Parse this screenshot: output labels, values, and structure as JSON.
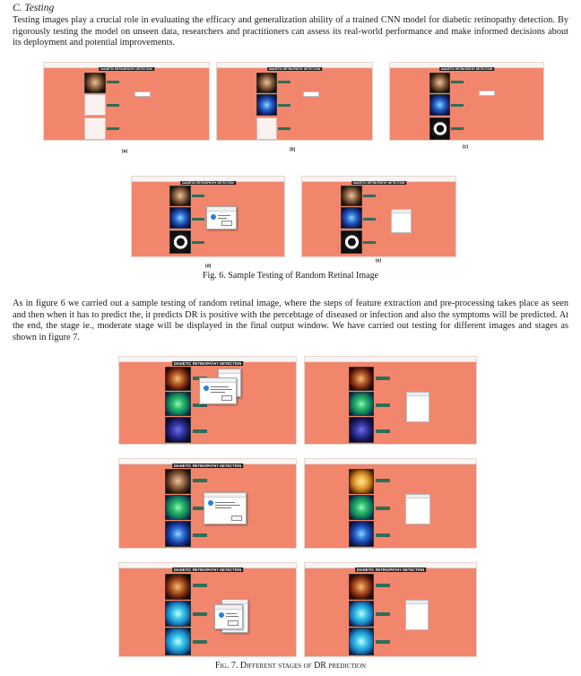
{
  "section": {
    "heading": "C.  Testing"
  },
  "paragraphs": {
    "intro": "Testing images play a crucial role in evaluating the efficacy and generalization ability of a trained CNN model for diabetic retinopathy detection. By rigorously testing the model on unseen data, researchers and practitioners can assess its real-world performance and make informed decisions about its deployment and potential improvements.",
    "body": "As in figure 6 we carried out a sample testing of random retinal image, where the steps of feature extraction and pre-processing takes place as seen and then when it has to predict the, it predicts DR is positive with the percebtage of diseased or infection and also the symptoms will be predicted. At the end, the stage ie., moderate stage will be displayed in the final output window. We have carried out testing for different images  and stages as shown in figure 7."
  },
  "fig6": {
    "caption": "Fig. 6. Sample Testing of Random Retinal Image",
    "labels": [
      "(a)",
      "(b)",
      "(c)",
      "(d)",
      "(e)"
    ]
  },
  "fig7": {
    "caption": "Fig. 7. Different stages of DR prediction"
  },
  "app": {
    "banner": "DIADETIC RETINOPATHY DETECTION"
  }
}
